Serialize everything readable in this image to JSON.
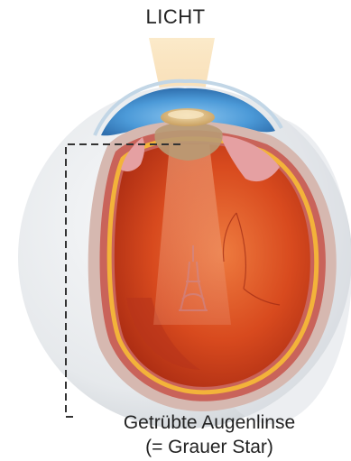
{
  "labels": {
    "light": "LICHT",
    "lens_name": "Getrübte Augenlinse",
    "lens_note": "(= Grauer Star)"
  },
  "colors": {
    "vitreous": "#d84a1e",
    "retina_rim": "#f3b33a",
    "iris": "#4c9ad8",
    "cloudy_lens": "#e8c88a",
    "light_beam": "#f7dfae",
    "sclera": "#e6e9ec",
    "leader_line": "#333333"
  }
}
